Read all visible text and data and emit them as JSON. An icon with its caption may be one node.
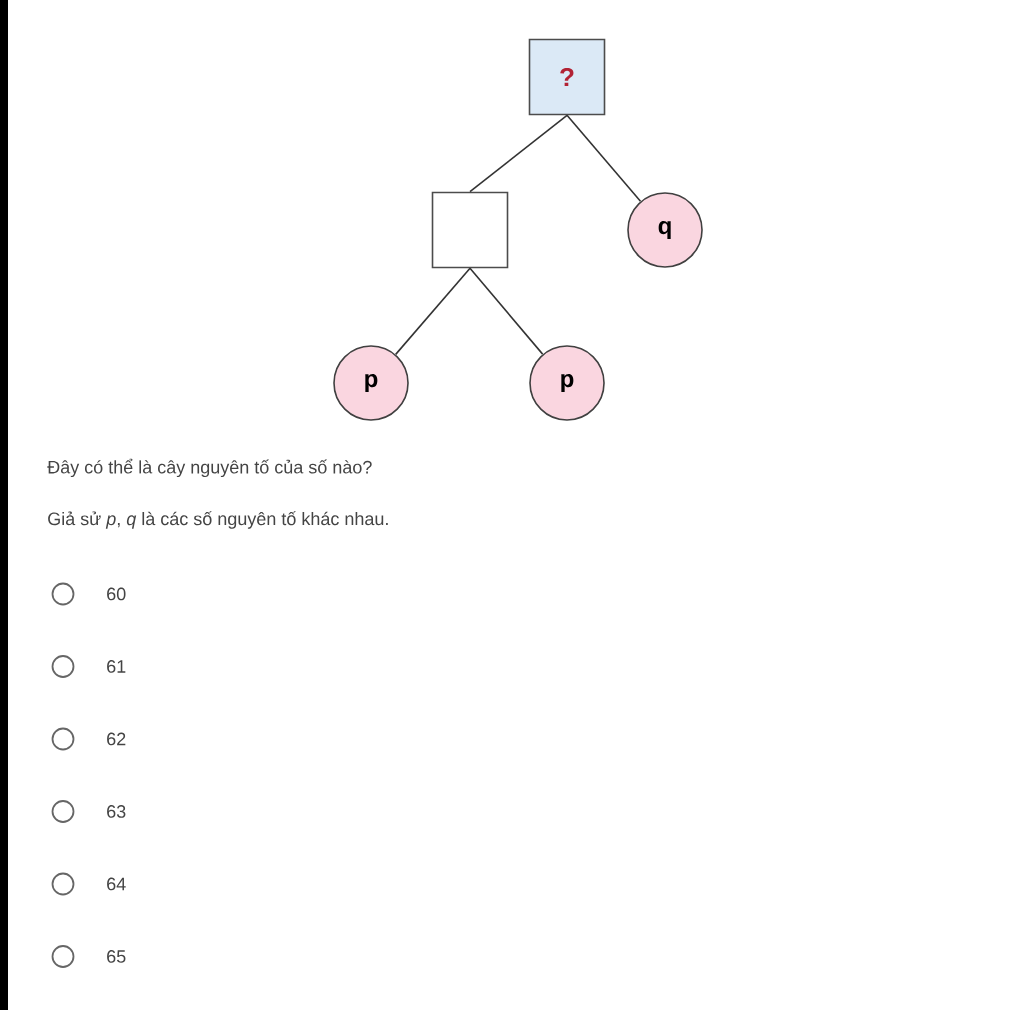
{
  "diagram": {
    "nodes": [
      {
        "text": [
          "?"
        ]
      },
      {
        "text": [],
        "shape": "box"
      },
      {
        "text": [
          "q"
        ]
      },
      {
        "text": [
          "p"
        ]
      },
      {
        "text": [
          "p"
        ]
      }
    ],
    "edges": [
      {
        "from": 0,
        "to": 1,
        "arrow": "none"
      },
      {
        "from": 0,
        "to": 2,
        "arrow": "none"
      },
      {
        "from": 1,
        "to": 3,
        "arrow": "none"
      },
      {
        "from": 1,
        "to": 4,
        "arrow": "none"
      }
    ],
    "labels": [
      "Đây có thể là cây nguyên tố của số nào?",
      "Giả sử *p*, *q* là các số nguyên tố khác nhau.",
      "60",
      "61",
      "62",
      "63",
      "64",
      "65"
    ]
  }
}
